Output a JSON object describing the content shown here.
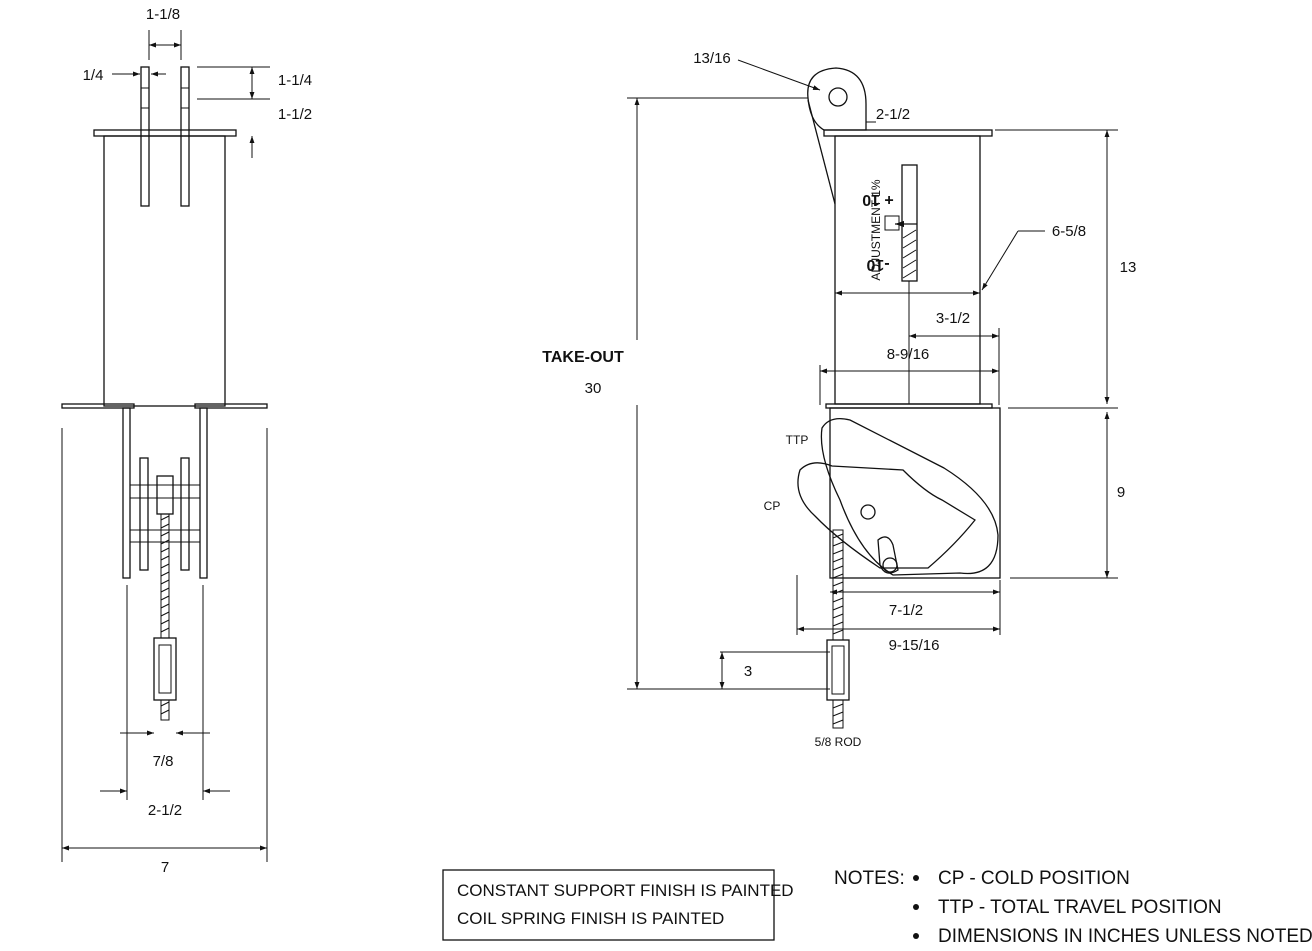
{
  "left_view": {
    "dims": {
      "top_width": "1-1/8",
      "bar_thickness": "1/4",
      "ear_height": "1-1/4",
      "ear_offset": "1-1/2",
      "rod_clearance": "7/8",
      "channel_width": "2-1/2",
      "overall_width": "7"
    }
  },
  "right_view": {
    "dims": {
      "pin_hole": "13/16",
      "lug_width": "2-1/2",
      "can_width": "6-5/8",
      "indicator_offset": "3-1/2",
      "flange_width": "8-9/16",
      "can_height": "13",
      "takeout_label": "TAKE-OUT",
      "takeout_value": "30",
      "frame_height": "9",
      "frame_width": "7-1/2",
      "overall_width": "9-15/16",
      "rod_engagement": "3",
      "rod_label": "5/8 ROD"
    },
    "labels": {
      "ttp": "TTP",
      "cp": "CP"
    },
    "scale": {
      "minus": "-10",
      "plus": "+ 10",
      "caption": "ADJUSTMENT 1%"
    }
  },
  "finish_box": {
    "line1": "CONSTANT SUPPORT FINISH IS PAINTED",
    "line2": "COIL SPRING FINISH IS PAINTED"
  },
  "notes": {
    "heading": "NOTES:",
    "items": [
      "CP - COLD POSITION",
      "TTP - TOTAL TRAVEL POSITION",
      "DIMENSIONS IN INCHES UNLESS NOTED"
    ]
  }
}
